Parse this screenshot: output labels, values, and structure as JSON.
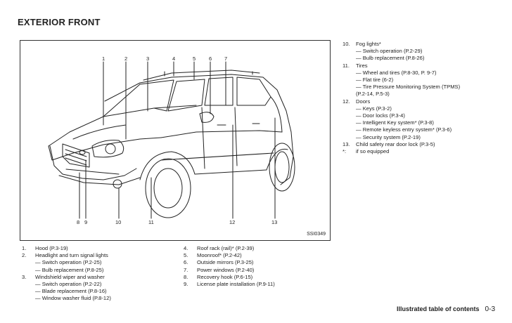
{
  "page_title": "EXTERIOR FRONT",
  "figure": {
    "code": "SSI0349",
    "callouts_top": [
      "1",
      "2",
      "3",
      "4",
      "5",
      "6",
      "7"
    ],
    "callouts_bottom": [
      "8",
      "9",
      "10",
      "11",
      "12",
      "13"
    ]
  },
  "right_column": [
    {
      "num": "10.",
      "title": "Fog lights*",
      "subs": [
        "— Switch operation (P.2-29)",
        "— Bulb replacement (P.8-26)"
      ]
    },
    {
      "num": "11.",
      "title": "Tires",
      "subs": [
        "— Wheel and tires (P.8-30, P. 9-7)",
        "— Flat tire (6-2)",
        "— Tire Pressure Monitoring System (TPMS)",
        "(P.2-14, P.5-3)"
      ]
    },
    {
      "num": "12.",
      "title": "Doors",
      "subs": [
        "— Keys (P.3-2)",
        "— Door locks (P.3-4)",
        "— Intelligent Key system* (P.3-8)",
        "— Remote keyless entry system* (P.3-6)",
        "— Security system (P.2-19)"
      ]
    },
    {
      "num": "13.",
      "title": "Child safety rear door lock (P.3-5)",
      "subs": []
    },
    {
      "num": "*:",
      "title": "if so equipped",
      "subs": []
    }
  ],
  "left_column": [
    {
      "num": "1.",
      "title": "Hood (P.3-19)",
      "subs": []
    },
    {
      "num": "2.",
      "title": "Headlight and turn signal lights",
      "subs": [
        "— Switch operation (P.2-25)",
        "— Bulb replacement (P.8-25)"
      ]
    },
    {
      "num": "3.",
      "title": "Windshield wiper and washer",
      "subs": [
        "— Switch operation (P.2-22)",
        "— Blade replacement (P.8-16)",
        "— Window washer fluid (P.8-12)"
      ]
    }
  ],
  "middle_column": [
    {
      "num": "4.",
      "title": "Roof rack (rail)* (P.2-39)",
      "subs": []
    },
    {
      "num": "5.",
      "title": "Moonroof* (P.2-42)",
      "subs": []
    },
    {
      "num": "6.",
      "title": "Outside mirrors (P.3-25)",
      "subs": []
    },
    {
      "num": "7.",
      "title": "Power windows (P.2-40)",
      "subs": []
    },
    {
      "num": "8.",
      "title": "Recovery hook (P.6-15)",
      "subs": []
    },
    {
      "num": "9.",
      "title": "License plate installation (P.9-11)",
      "subs": []
    }
  ],
  "footer": {
    "section": "Illustrated table of contents",
    "page": "0-3"
  }
}
